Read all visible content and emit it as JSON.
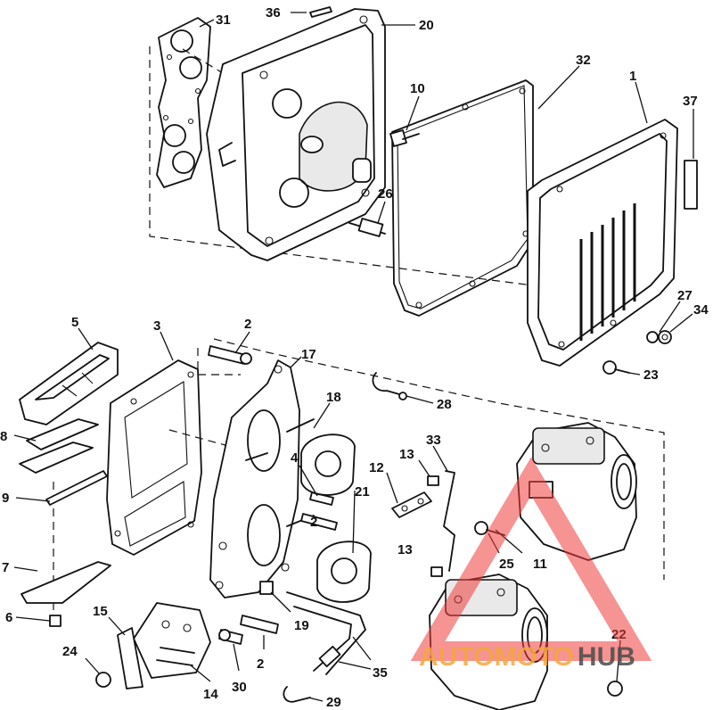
{
  "labels": [
    "31",
    "36",
    "20",
    "32",
    "10",
    "1",
    "37",
    "26",
    "27",
    "34",
    "23",
    "5",
    "3",
    "2",
    "17",
    "18",
    "28",
    "8",
    "4",
    "21",
    "13",
    "33",
    "12",
    "9",
    "11",
    "25",
    "7",
    "6",
    "15",
    "19",
    "22",
    "24",
    "30",
    "14",
    "35",
    "29"
  ],
  "watermark": {
    "brand": [
      "AUTO",
      "MOTO",
      "HUB"
    ],
    "colors": {
      "primary": "#ef3b3b",
      "accent": "#f4a640",
      "dark": "#4a4a4a"
    }
  }
}
